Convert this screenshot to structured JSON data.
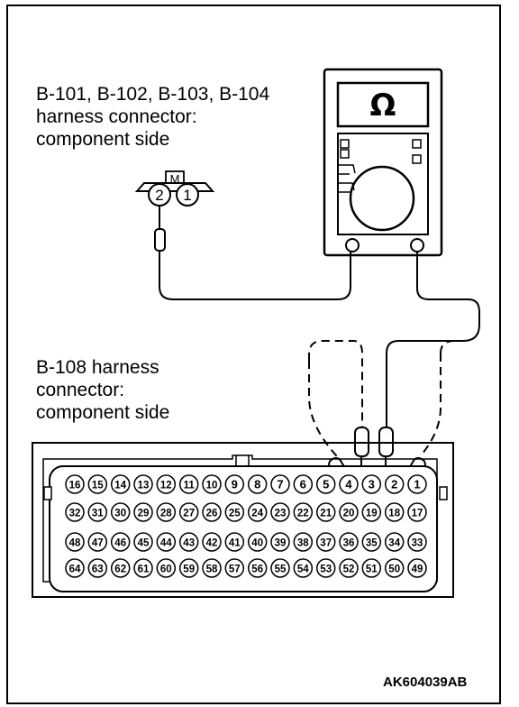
{
  "labels": {
    "small_connector_title": "B-101, B-102, B-103, B-104",
    "small_connector_line2": "harness connector:",
    "small_connector_line3": "component side",
    "large_connector_line1": "B-108 harness",
    "large_connector_line2": "connector:",
    "large_connector_line3": "component side",
    "figure_code": "AK604039AB"
  },
  "meter": {
    "display_symbol": "Ω"
  },
  "small_connector": {
    "key_label": "M",
    "pins": [
      "2",
      "1"
    ]
  },
  "large_connector": {
    "rows": [
      [
        "16",
        "15",
        "14",
        "13",
        "12",
        "11",
        "10",
        "9",
        "8",
        "7",
        "6",
        "5",
        "4",
        "3",
        "2",
        "1"
      ],
      [
        "32",
        "31",
        "30",
        "29",
        "28",
        "27",
        "26",
        "25",
        "24",
        "23",
        "22",
        "21",
        "20",
        "19",
        "18",
        "17"
      ],
      [
        "48",
        "47",
        "46",
        "45",
        "44",
        "43",
        "42",
        "41",
        "40",
        "39",
        "38",
        "37",
        "36",
        "35",
        "34",
        "33"
      ],
      [
        "64",
        "63",
        "62",
        "61",
        "60",
        "59",
        "58",
        "57",
        "56",
        "55",
        "54",
        "53",
        "52",
        "51",
        "50",
        "49"
      ]
    ]
  }
}
